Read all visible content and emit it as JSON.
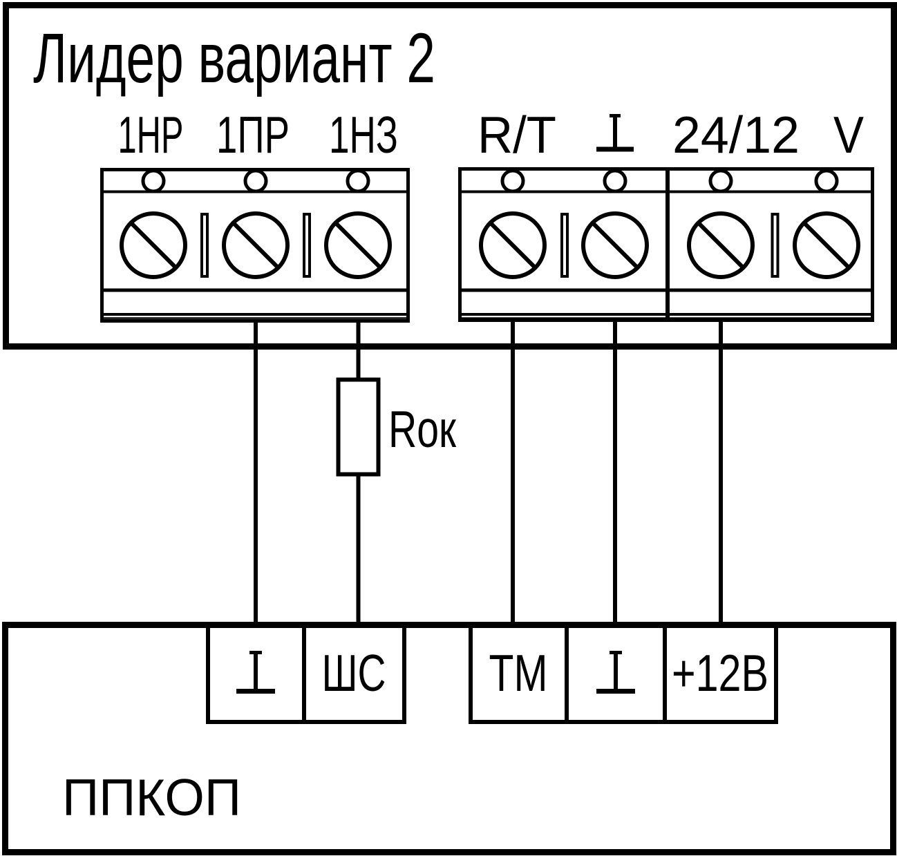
{
  "device": {
    "name": "Лидер вариант 2",
    "relay_block_terminals": [
      "1НР",
      "1ПР",
      "1НЗ"
    ],
    "io_block_terminals": [
      "R/T",
      "⊥",
      "24/12",
      "V"
    ]
  },
  "resistor": {
    "label": "Rок"
  },
  "panel": {
    "name": "ППКОП",
    "terminals": [
      "⊥",
      "ШС",
      "ТМ",
      "⊥",
      "+12В"
    ]
  },
  "colors": {
    "line": "#000000",
    "background": "#ffffff"
  }
}
